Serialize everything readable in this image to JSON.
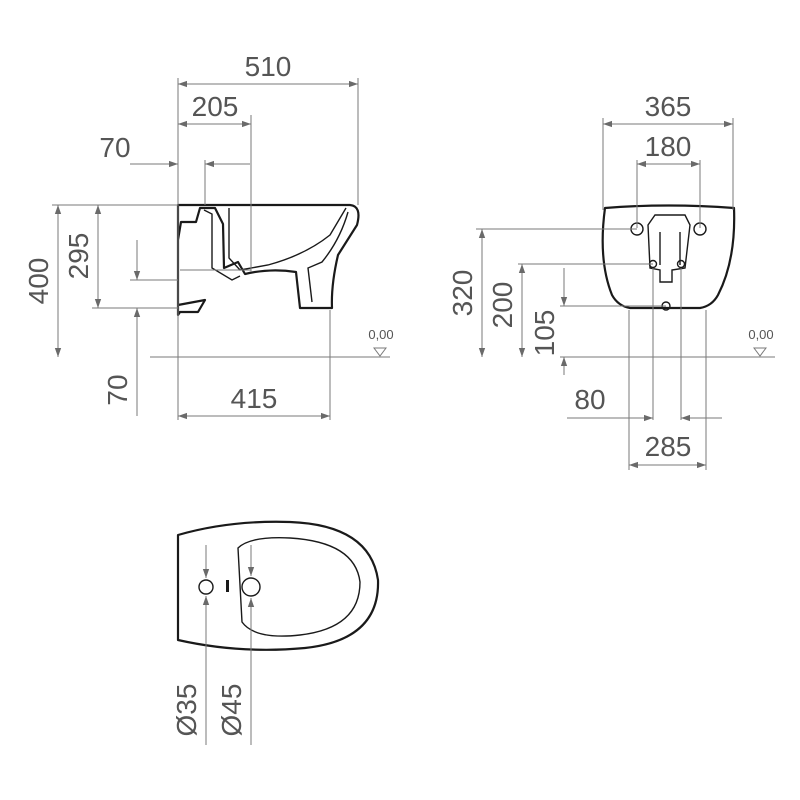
{
  "side_view": {
    "width_total": "510",
    "width_top_hole": "205",
    "offset_left": "70",
    "height_total": "400",
    "height_outlet": "295",
    "floor_offset": "70",
    "width_floor": "415",
    "level": "0,00"
  },
  "front_view": {
    "width_total": "365",
    "bolt_spacing": "180",
    "height_bolts": "320",
    "height_inlet": "200",
    "height_outlet": "105",
    "outlet_offset": "80",
    "floor_width": "285",
    "level": "0,00"
  },
  "top_view": {
    "hole_small": "Ø35",
    "hole_large": "Ø45"
  }
}
